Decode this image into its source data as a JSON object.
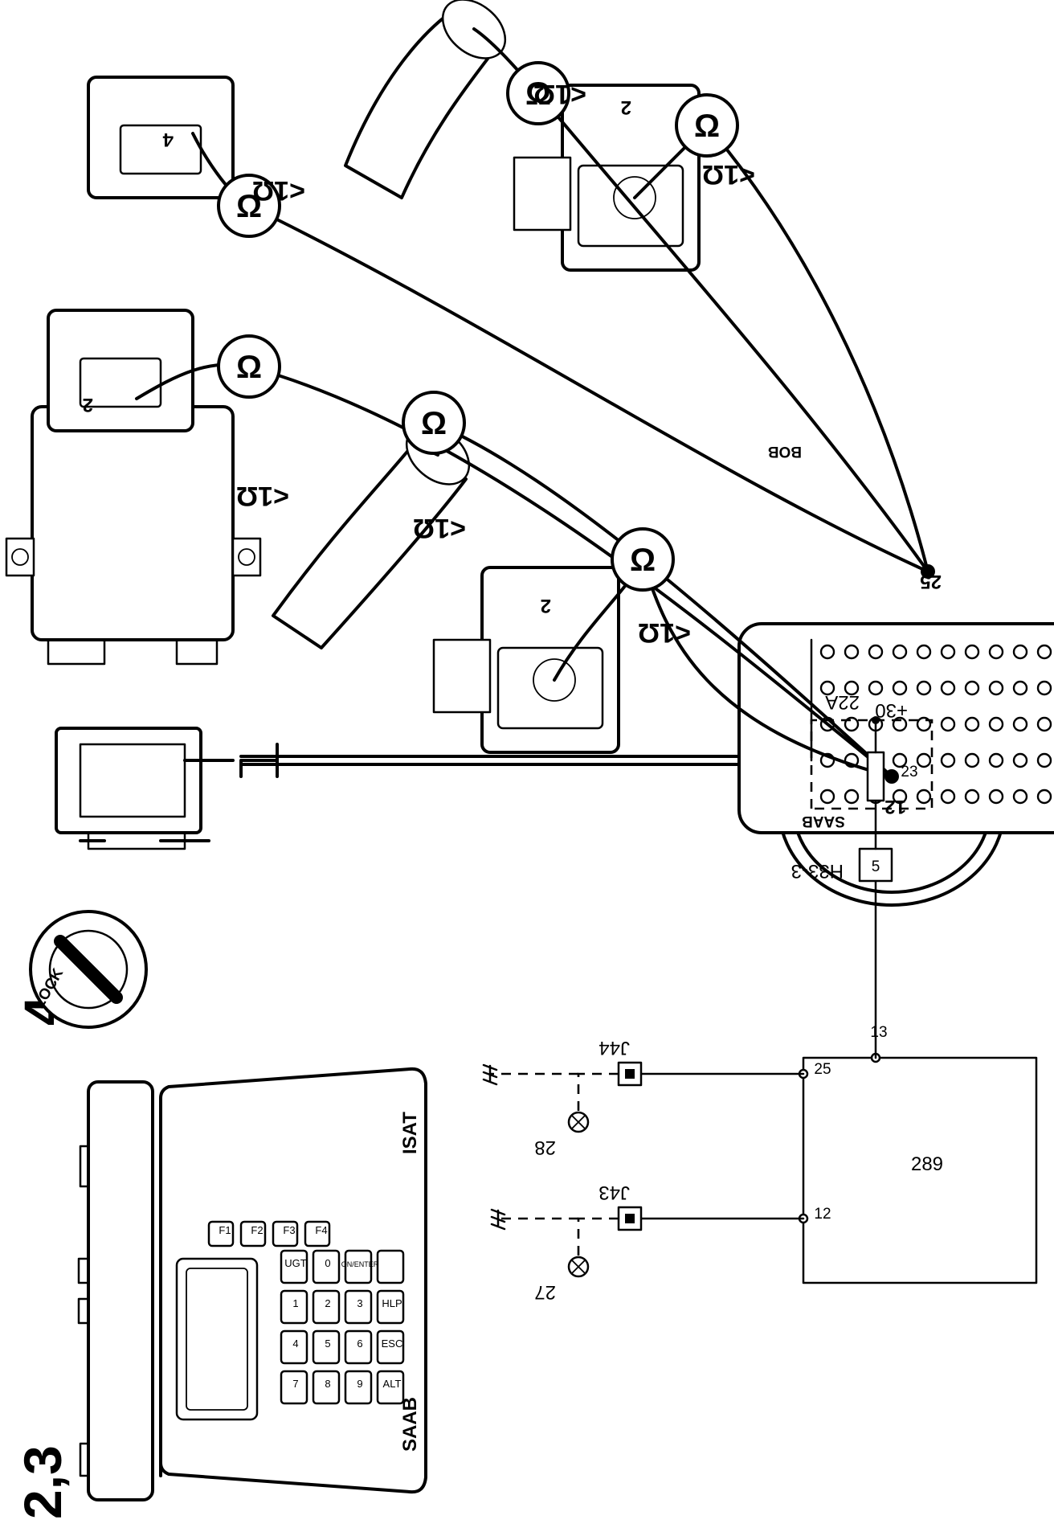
{
  "steps": {
    "left": "2,3",
    "right": "4"
  },
  "tester": {
    "brand": "SAAB",
    "model": "ISAT",
    "keys": [
      [
        "F1",
        "F2",
        "F3",
        "F4"
      ],
      [
        "7",
        "8",
        "9",
        "ALT"
      ],
      [
        "4",
        "5",
        "6",
        "ESC"
      ],
      [
        "1",
        "2",
        "3",
        "HLP"
      ],
      [
        "UGT",
        "0",
        "ON/ENTER"
      ]
    ]
  },
  "ignition": {
    "label": "LOCK"
  },
  "bob": {
    "left_label": "SAAB",
    "right_label": "BOB",
    "pin_labels": [
      "12",
      "25"
    ]
  },
  "measurements": {
    "symbol": "Ω",
    "value": "<1Ω"
  },
  "connectors": {
    "hex_pair_left_pin": "2",
    "hex_pair_right_pin": "4",
    "block_top_pin": "2",
    "block_bottom_pin": "2"
  },
  "schematic": {
    "control_unit": "289",
    "unit_pins": [
      "12",
      "25",
      "13"
    ],
    "connectors": [
      "J43",
      "J44"
    ],
    "lamps": [
      "27",
      "28"
    ],
    "supply": "+30",
    "fuse": "23",
    "fuse_box": "22A",
    "junction": "H33-3",
    "junction_pin": "5"
  }
}
